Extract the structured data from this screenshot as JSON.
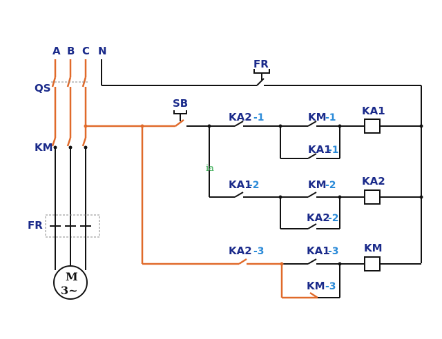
{
  "phases": {
    "a": "A",
    "b": "B",
    "c": "C",
    "n": "N"
  },
  "labels": {
    "qs": "QS",
    "km_main": "KM",
    "fr_main": "FR",
    "fr_top": "FR",
    "sb": "SB",
    "stray_mark": "ia"
  },
  "motor": {
    "letter": "M",
    "phase_symbol": "3~"
  },
  "rung1": {
    "ka2_prefix": "KA2",
    "ka2_suffix": "-1",
    "km_prefix": "KM",
    "km_suffix": "-1",
    "ka1_hold_prefix": "KA1",
    "ka1_hold_suffix": "-1",
    "coil": "KA1"
  },
  "rung2": {
    "ka1_prefix": "KA1",
    "ka1_suffix": "-2",
    "km_prefix": "KM",
    "km_suffix": "-2",
    "ka2_hold_prefix": "KA2",
    "ka2_hold_suffix": "-2",
    "coil": "KA2"
  },
  "rung3": {
    "ka2_prefix": "KA2",
    "ka2_suffix": "-3",
    "ka1_prefix": "KA1",
    "ka1_suffix": "-3",
    "km_hold_prefix": "KM",
    "km_hold_suffix": "-3",
    "coil": "KM"
  },
  "colors": {
    "wire_black": "#111111",
    "wire_orange": "#e06a2a",
    "label_blue": "#1a2a8a",
    "suffix_blue": "#2a8ad8"
  }
}
